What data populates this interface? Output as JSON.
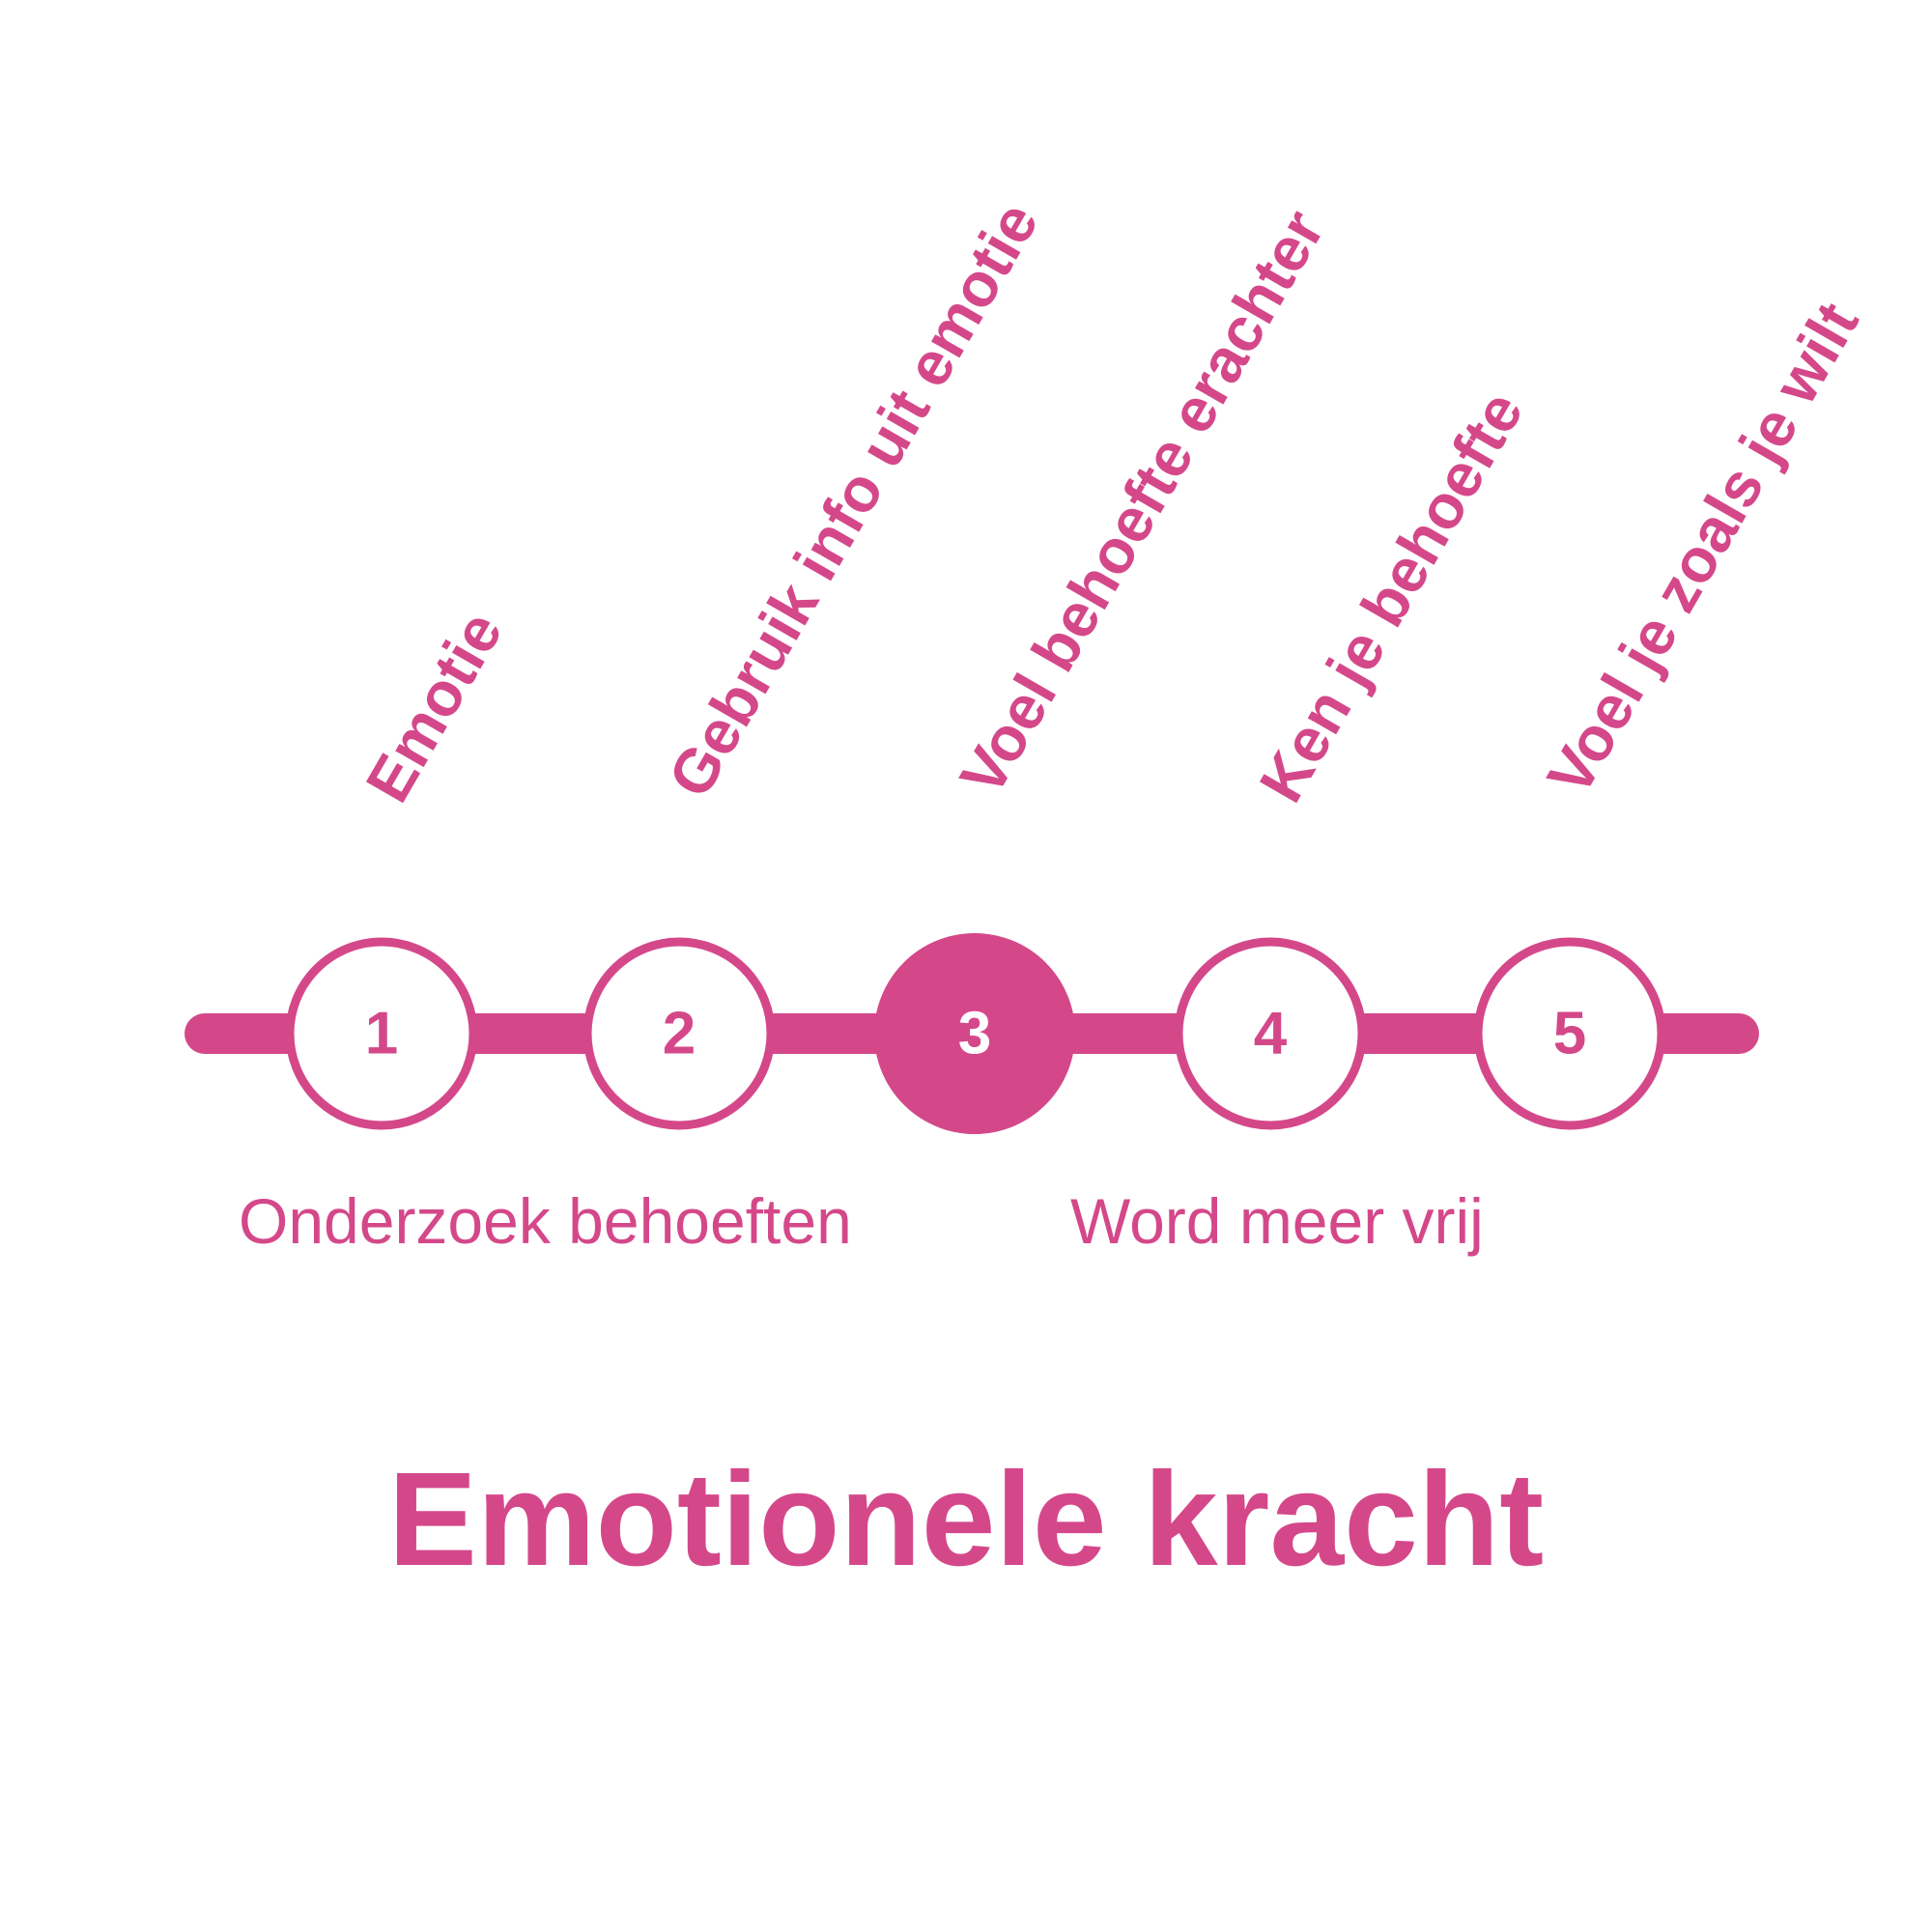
{
  "colors": {
    "accent": "#d4488a",
    "background": "#ffffff"
  },
  "steps": [
    {
      "number": "1",
      "title": "Emotie",
      "active": false
    },
    {
      "number": "2",
      "title": "Gebruik info uit emotie",
      "active": false
    },
    {
      "number": "3",
      "title": "Voel behoefte erachter",
      "active": true
    },
    {
      "number": "4",
      "title": "Ken je behoefte",
      "active": false
    },
    {
      "number": "5",
      "title": "Voel je zoals je wilt",
      "active": false
    }
  ],
  "groups": {
    "left": "Onderzoek behoeften",
    "right": "Word meer vrij"
  },
  "title": "Emotionele kracht"
}
